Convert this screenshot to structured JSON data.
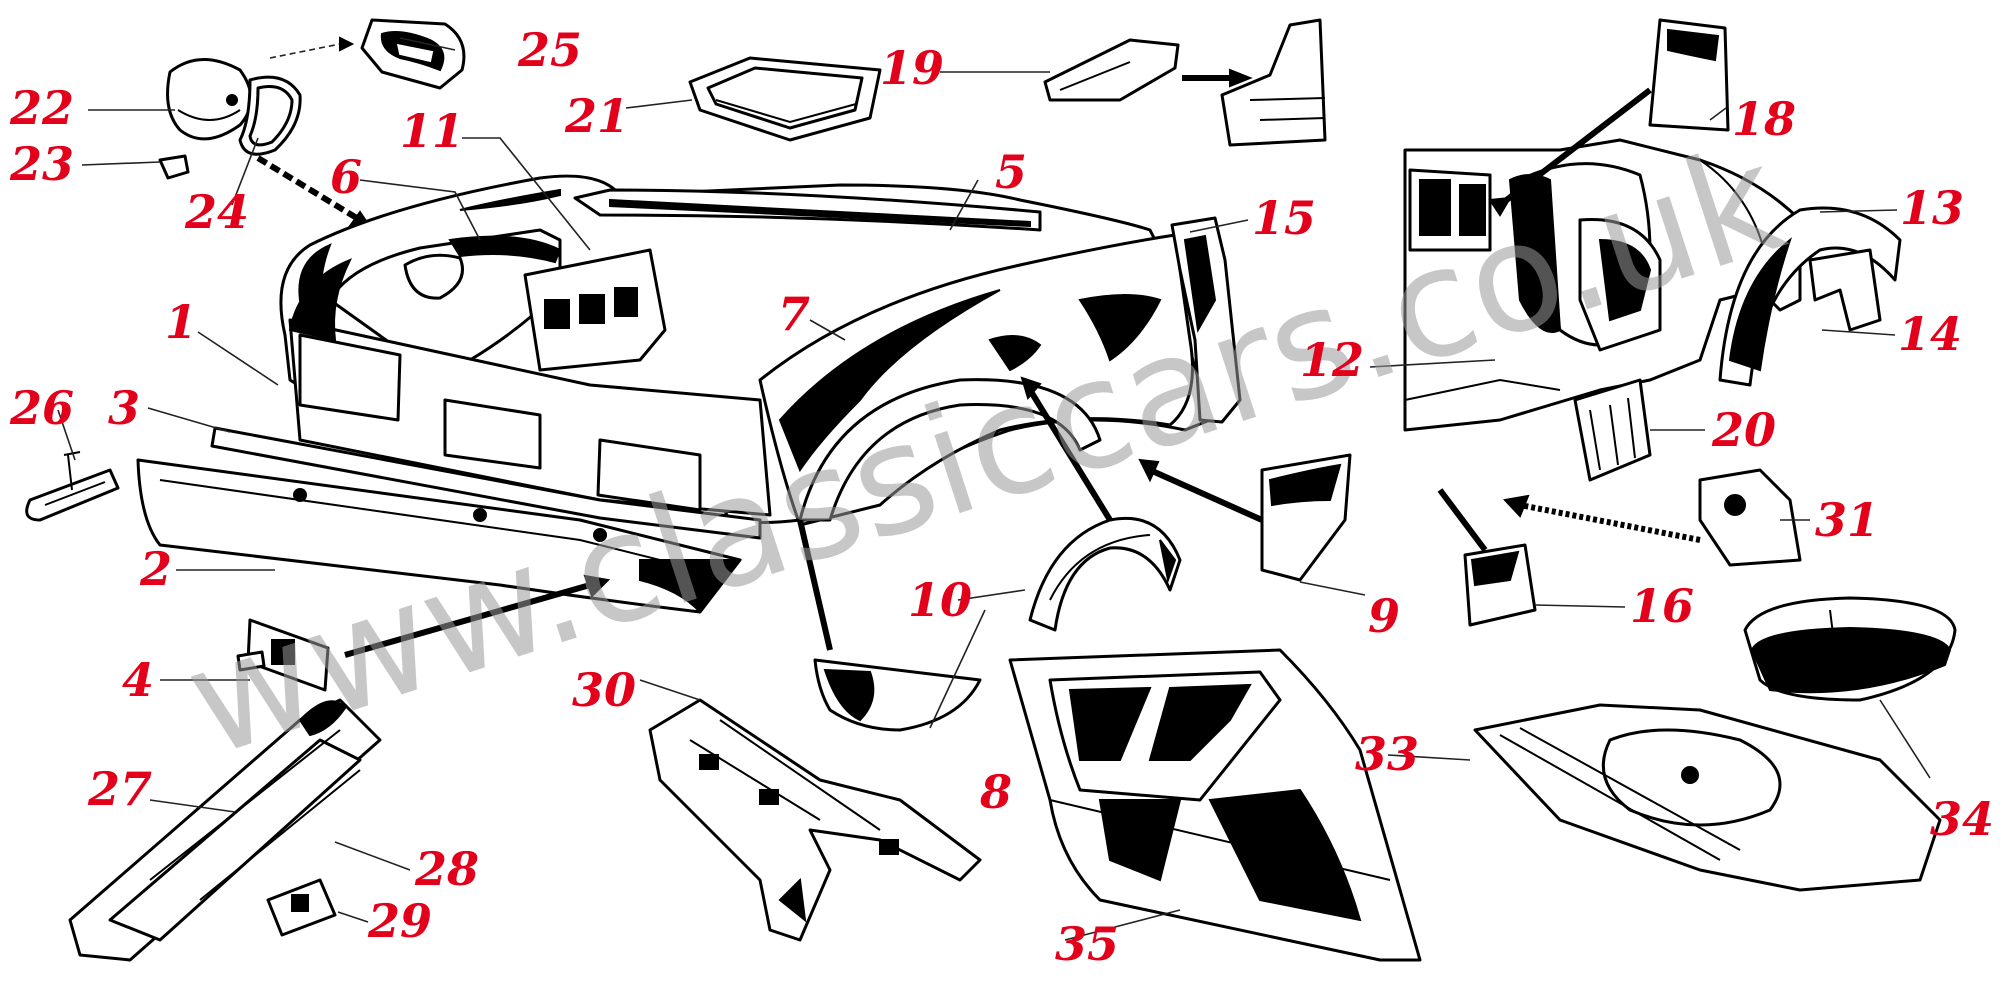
{
  "watermark": "www.classiccars.co.uk",
  "colors": {
    "callout": "#e3001b",
    "lines": "#000000",
    "watermark": "#9a9a9a"
  },
  "callouts": {
    "n1": "1",
    "n2": "2",
    "n3": "3",
    "n4": "4",
    "n5": "5",
    "n6": "6",
    "n7": "7",
    "n8": "8",
    "n9": "9",
    "n10": "10",
    "n11": "11",
    "n12": "12",
    "n13": "13",
    "n14": "14",
    "n15": "15",
    "n16": "16",
    "n18": "18",
    "n19": "19",
    "n20": "20",
    "n21": "21",
    "n22": "22",
    "n23": "23",
    "n24": "24",
    "n25": "25",
    "n26": "26",
    "n27": "27",
    "n28": "28",
    "n29": "29",
    "n30": "30",
    "n31": "31",
    "n33": "33",
    "n34": "34",
    "n35": "35"
  }
}
